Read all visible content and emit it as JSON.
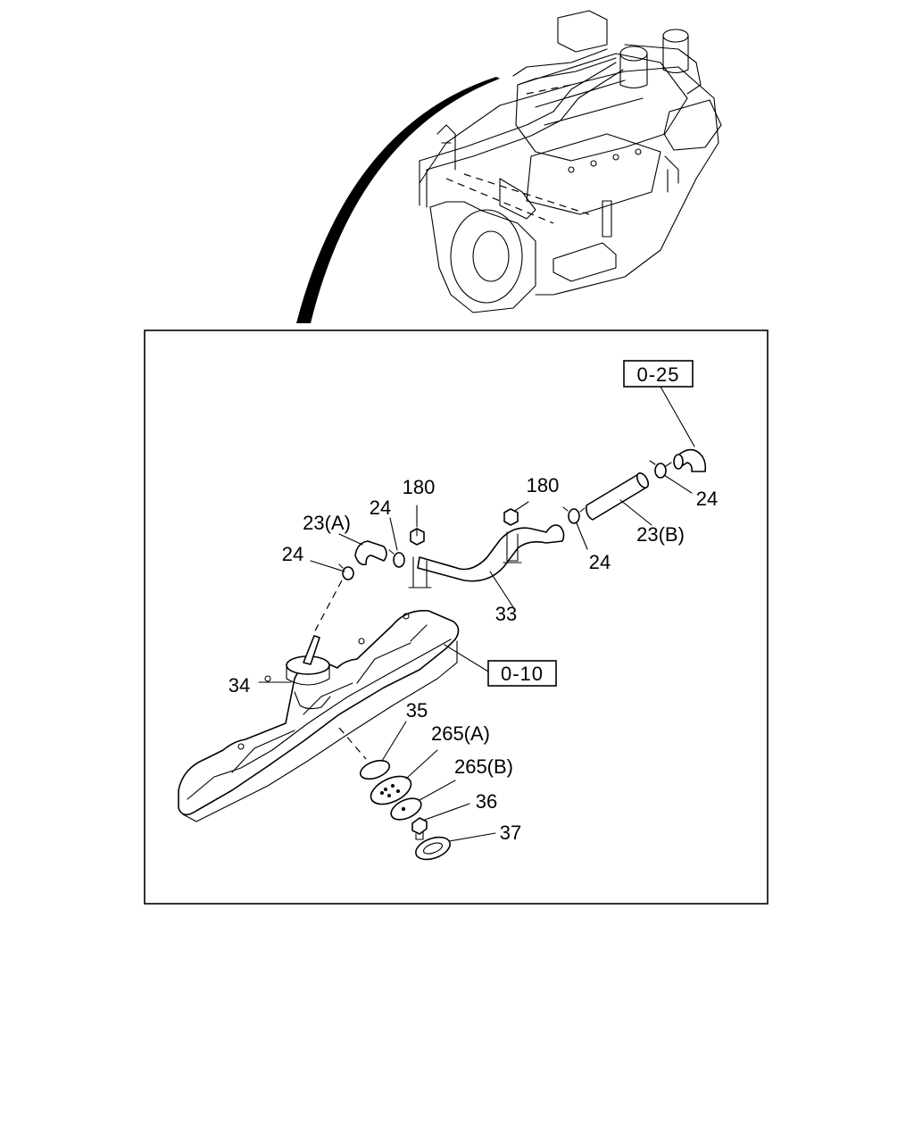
{
  "callouts": {
    "c180_left": "180",
    "c180_right": "180",
    "c23a": "23(A)",
    "c24_top_left": "24",
    "c24_left": "24",
    "c24_right_top": "24",
    "c24_right_mid": "24",
    "c23b": "23(B)",
    "c33": "33",
    "c34": "34",
    "c35": "35",
    "c265a": "265(A)",
    "c265b": "265(B)",
    "c36": "36",
    "c37": "37"
  },
  "references": {
    "ref_top": "0-25",
    "ref_mid": "0-10"
  }
}
